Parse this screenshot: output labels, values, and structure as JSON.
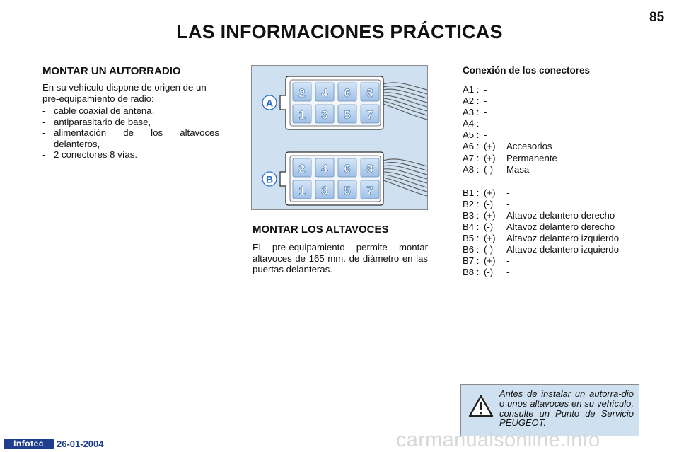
{
  "header": {
    "title": "LAS INFORMACIONES PRÁCTICAS",
    "page_number": "85"
  },
  "radio_section": {
    "title": "MONTAR UN AUTORRADIO",
    "intro": "En su vehículo dispone de origen de un pre-equipamiento de radio:",
    "items": [
      "cable coaxial de antena,",
      "antiparasitario de base,",
      "alimentación de los altavoces delanteros,",
      "2 conectores 8 vías."
    ]
  },
  "figure": {
    "connector_a_label": "A",
    "connector_b_label": "B",
    "pins_top": [
      "2",
      "4",
      "6",
      "8"
    ],
    "pins_bottom": [
      "1",
      "3",
      "5",
      "7"
    ]
  },
  "speakers_section": {
    "title": "MONTAR LOS ALTAVOCES",
    "text": "El pre-equipamiento permite montar altavoces de 165 mm. de diámetro en las puertas delanteras."
  },
  "connections": {
    "title": "Conexión de los conectores",
    "group_a": [
      {
        "id": "A1 :",
        "polarity": "-",
        "desc": ""
      },
      {
        "id": "A2 :",
        "polarity": "-",
        "desc": ""
      },
      {
        "id": "A3 :",
        "polarity": "-",
        "desc": ""
      },
      {
        "id": "A4 :",
        "polarity": "-",
        "desc": ""
      },
      {
        "id": "A5 :",
        "polarity": "-",
        "desc": ""
      },
      {
        "id": "A6 :",
        "polarity": "(+)",
        "desc": "Accesorios"
      },
      {
        "id": "A7 :",
        "polarity": "(+)",
        "desc": "Permanente"
      },
      {
        "id": "A8 :",
        "polarity": "(-)",
        "desc": "Masa"
      }
    ],
    "group_b": [
      {
        "id": "B1 :",
        "polarity": "(+)",
        "desc": "-"
      },
      {
        "id": "B2 :",
        "polarity": "(-)",
        "desc": "-"
      },
      {
        "id": "B3 :",
        "polarity": "(+)",
        "desc": "Altavoz delantero derecho"
      },
      {
        "id": "B4 :",
        "polarity": "(-)",
        "desc": "Altavoz delantero derecho"
      },
      {
        "id": "B5 :",
        "polarity": "(+)",
        "desc": "Altavoz delantero izquierdo"
      },
      {
        "id": "B6 :",
        "polarity": "(-)",
        "desc": "Altavoz delantero izquierdo"
      },
      {
        "id": "B7 :",
        "polarity": "(+)",
        "desc": "-"
      },
      {
        "id": "B8 :",
        "polarity": "(-)",
        "desc": "-"
      }
    ]
  },
  "warning": {
    "icon": "warning-triangle-icon",
    "text": "Antes de instalar un autorra-dio o unos altavoces en su vehículo, consulte un Punto de Servicio PEUGEOT."
  },
  "footer": {
    "brand": "Infotec",
    "date": "26-01-2004",
    "watermark": "carmanualsonline.info"
  },
  "colors": {
    "figure_bg": "#cfe1f0",
    "pin_fill": "#b9d3f0",
    "label_color": "#2a6cc4",
    "brand_blue": "#1f3e8f"
  }
}
